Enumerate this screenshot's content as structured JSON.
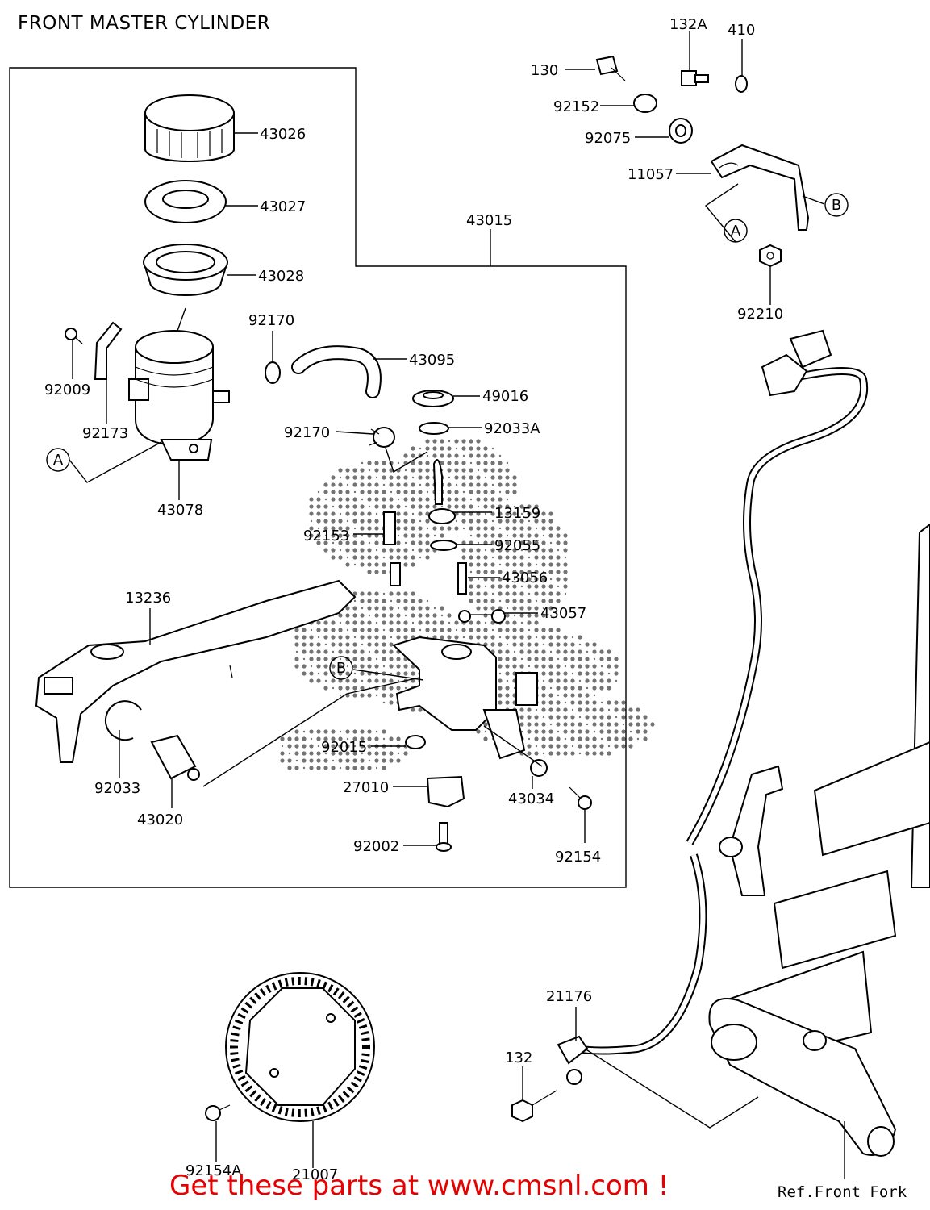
{
  "title": "FRONT MASTER CYLINDER",
  "promo_text": "Get these parts at www.cmsnl.com !",
  "ref_note": "Ref.Front Fork",
  "parts": {
    "p43026": "43026",
    "p43027": "43027",
    "p43028": "43028",
    "p43015": "43015",
    "p92170a": "92170",
    "p92170b": "92170",
    "p43095": "43095",
    "p49016": "49016",
    "p92033A": "92033A",
    "p92009": "92009",
    "p92173": "92173",
    "p43078": "43078",
    "p13159": "13159",
    "p92153": "92153",
    "p92055": "92055",
    "p43056": "43056",
    "p43057": "43057",
    "p13236": "13236",
    "p92015": "92015",
    "p27010": "27010",
    "p92033": "92033",
    "p43020": "43020",
    "p43034": "43034",
    "p92154": "92154",
    "p92002": "92002",
    "p132A": "132A",
    "p410": "410",
    "p130": "130",
    "p92152": "92152",
    "p92075": "92075",
    "p11057": "11057",
    "p92210": "92210",
    "p21176": "21176",
    "p132": "132",
    "p92154A": "92154A",
    "p21007": "21007"
  },
  "refs": {
    "A": "A",
    "B": "B"
  },
  "colors": {
    "promo": "#e60000",
    "line": "#000000",
    "background": "#ffffff"
  }
}
